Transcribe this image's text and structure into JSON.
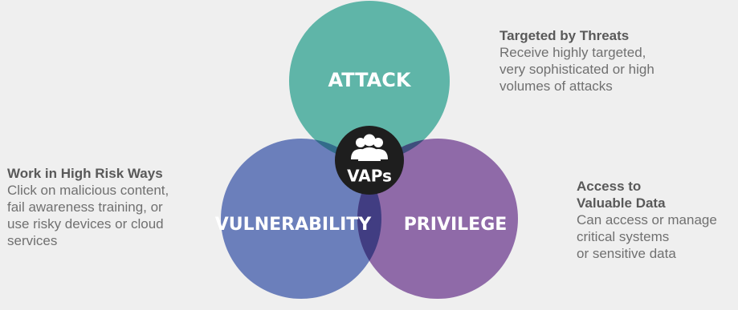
{
  "diagram": {
    "circles": {
      "attack": {
        "label": "ATTACK",
        "color": "#5fb5a8"
      },
      "vulnerability": {
        "label": "VULNERABILITY",
        "color": "#6b7fbb"
      },
      "privilege": {
        "label": "PRIVILEGE",
        "color": "#8f6aa8"
      }
    },
    "center": {
      "label": "VAPs",
      "icon": "users-group-icon",
      "color": "#1e1e1e"
    },
    "overlap_colors": {
      "attack_vulnerability": "#326c8a",
      "attack_privilege": "#3e4e7c",
      "vulnerability_privilege": "#413d82"
    }
  },
  "callouts": {
    "attack": {
      "title": "Targeted by Threats",
      "lines": [
        "Receive highly targeted,",
        "very sophisticated or high",
        "volumes of attacks"
      ]
    },
    "vulnerability": {
      "title": "Work in High Risk Ways",
      "lines": [
        "Click on malicious content,",
        "fail awareness training, or",
        "use risky devices or cloud",
        "services"
      ]
    },
    "privilege": {
      "title_lines": [
        "Access to",
        "Valuable Data"
      ],
      "lines": [
        "Can access or manage",
        "critical systems",
        "or sensitive data"
      ]
    }
  }
}
